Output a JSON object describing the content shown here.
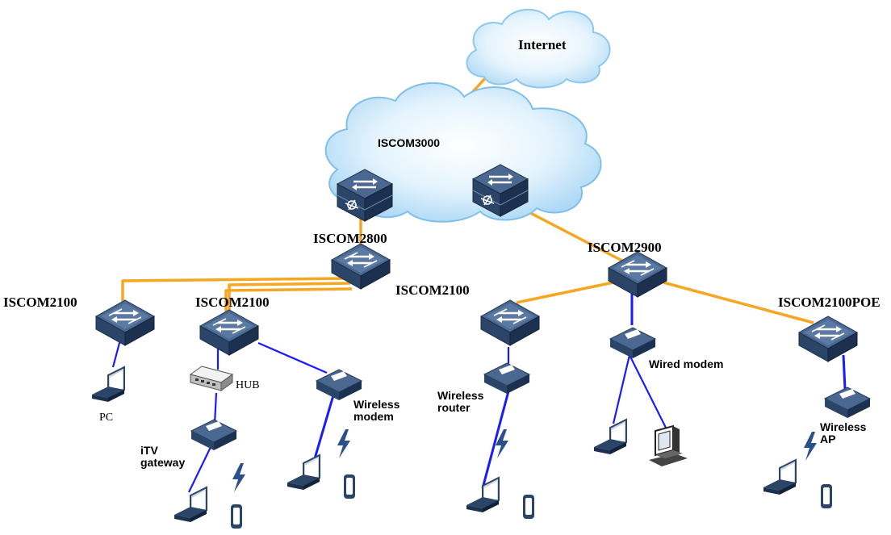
{
  "colors": {
    "uplink": "#f5a623",
    "access": "#1a1aff",
    "device_top": "#4d6b93",
    "device_side": "#1f3352",
    "cloud": "#cfe9fb"
  },
  "clouds": {
    "internet": "Internet",
    "core": "ISCOM3000"
  },
  "switches": {
    "aggregation_left": "ISCOM2800",
    "aggregation_right": "ISCOM2900",
    "access_1": "ISCOM2100",
    "access_2": "ISCOM2100",
    "access_3": "ISCOM2100",
    "access_poe": "ISCOM2100POE"
  },
  "devices": {
    "hub": "HUB",
    "pc": "PC",
    "itv_gateway": "iTV\ngateway",
    "wireless_modem": "Wireless\nmodem",
    "wireless_router": "Wireless\nrouter",
    "wired_modem": "Wired modem",
    "wireless_ap": "Wireless\nAP"
  },
  "icons": {
    "switch": "switch-icon",
    "router": "router-icon",
    "hub": "hub-icon",
    "wireless": "wireless-device-icon",
    "laptop": "laptop-icon",
    "phone": "phone-icon",
    "desktop": "desktop-pc-icon",
    "signal": "lightning-signal-icon"
  }
}
